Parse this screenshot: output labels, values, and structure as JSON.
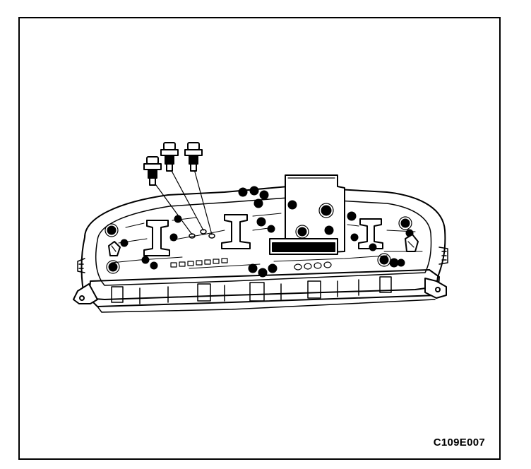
{
  "figure": {
    "code": "C109E007",
    "ink_color": "#000000",
    "paper_color": "#ffffff"
  },
  "drawing": {
    "subject": "instrument-cluster-circuit-board",
    "bulb_sockets_shown_removed": 3
  }
}
